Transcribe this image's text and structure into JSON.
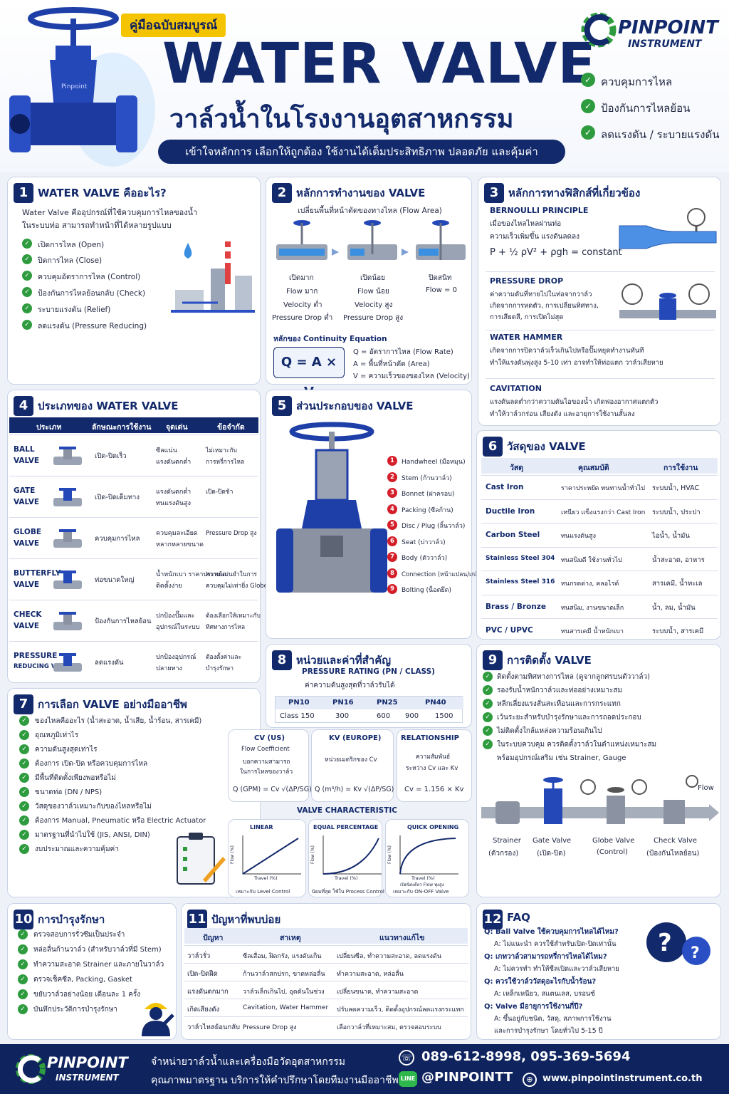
{
  "header": {
    "badge": "คู่มือฉบับสมบูรณ์",
    "title": "WATER VALVE",
    "subtitle": "วาล์วน้ำในโรงงานอุตสาหกรรม",
    "tagline": "เข้าใจหลักการ เลือกให้ถูกต้อง ใช้งานได้เต็มประสิทธิภาพ ปลอดภัย และคุ้มค่า",
    "brand1": "PINPOINT",
    "brand2": "INSTRUMENT",
    "benefits": [
      "ควบคุมการไหล",
      "ป้องกันการไหลย้อน",
      "ลดแรงดัน / ระบายแรงดัน"
    ]
  },
  "s1": {
    "num": "1",
    "title": "WATER VALVE คืออะไร?",
    "desc1": "Water Valve คืออุปกรณ์ที่ใช้ควบคุมการไหลของน้ำ",
    "desc2": "ในระบบท่อ สามารถทำหน้าที่ได้หลายรูปแบบ",
    "items": [
      "เปิดการไหล (Open)",
      "ปิดการไหล (Close)",
      "ควบคุมอัตราการไหล (Control)",
      "ป้องกันการไหลย้อนกลับ (Check)",
      "ระบายแรงดัน (Relief)",
      "ลดแรงดัน (Pressure Reducing)"
    ]
  },
  "s2": {
    "num": "2",
    "title": "หลักการทำงานของ VALVE",
    "sub": "เปลี่ยนพื้นที่หน้าตัดของทางไหล (Flow Area)",
    "cols": [
      [
        "เปิดมาก",
        "Flow มาก",
        "Velocity ต่ำ",
        "Pressure Drop ต่ำ"
      ],
      [
        "เปิดน้อย",
        "Flow น้อย",
        "Velocity สูง",
        "Pressure Drop สูง"
      ],
      [
        "ปิดสนิท",
        "Flow = 0",
        "",
        ""
      ]
    ],
    "cont": "หลักของ Continuity Equation",
    "eq": "Q = A × V",
    "legend": [
      "Q = อัตราการไหล (Flow Rate)",
      "A = พื้นที่หน้าตัด (Area)",
      "V = ความเร็วของของไหล (Velocity)"
    ]
  },
  "s3": {
    "num": "3",
    "title": "หลักการทางฟิสิกส์ที่เกี่ยวข้อง",
    "b_title": "BERNOULLI PRINCIPLE",
    "b1": "เมื่อของไหลไหลผ่านท่อ",
    "b2": "ความเร็วเพิ่มขึ้น แรงดันลดลง",
    "b_eq": "P + ½ ρV² + ρgh = constant",
    "p_title": "PRESSURE DROP",
    "p1": "ค่าความดันที่หายไปในท่อจากวาล์ว",
    "p2": "เกิดจากการหดตัว, การเปลี่ยนทิศทาง,",
    "p3": "การเสียดสี, การเปิดไม่สุด",
    "w_title": "WATER HAMMER",
    "w1": "เกิดจากการปิดวาล์วเร็วเกินไปหรือปั๊มหยุดทำงานทันที",
    "w2": "ทำให้แรงดันพุ่งสูง 5-10 เท่า อาจทำให้ท่อแตก วาล์วเสียหาย",
    "c_title": "CAVITATION",
    "c1": "แรงดันลดต่ำกว่าความดันไอของน้ำ เกิดฟองอากาศแตกตัว",
    "c2": "ทำให้วาล์วกร่อน เสียงดัง และอายุการใช้งานสั้นลง"
  },
  "s4": {
    "num": "4",
    "title": "ประเภทของ WATER VALVE",
    "headers": [
      "ประเภท",
      "ลักษณะการใช้งาน",
      "จุดเด่น",
      "ข้อจำกัด"
    ],
    "rows": [
      [
        "BALL",
        "VALVE",
        "เปิด-ปิดเร็ว",
        "ซีลแน่น",
        "แรงดันตกต่ำ",
        "ไม่เหมาะกับ",
        "การหรี่การไหล"
      ],
      [
        "GATE",
        "VALVE",
        "เปิด-ปิดเต็มทาง",
        "แรงดันตกต่ำ",
        "ทนแรงดันสูง",
        "เปิด-ปิดช้า",
        ""
      ],
      [
        "GLOBE",
        "VALVE",
        "ควบคุมการไหล",
        "ควบคุมละเอียด",
        "หลากหลายขนาด",
        "Pressure Drop สูง",
        ""
      ],
      [
        "BUTTERFLY",
        "VALVE",
        "ท่อขนาดใหญ่",
        "น้ำหนักเบา ราคาประหยัด",
        "ติดตั้งง่าย",
        "ความแม่นยำในการ",
        "ควบคุมไม่เท่ายิ่ง Globe Valve"
      ],
      [
        "CHECK",
        "VALVE",
        "ป้องกันการไหลย้อน",
        "ปกป้องปั๊มและ",
        "อุปกรณ์ในระบบ",
        "ต้องเลือกให้เหมาะกับ",
        "ทิศทางการไหล"
      ],
      [
        "PRESSURE",
        "REDUCING VALVE",
        "ลดแรงดัน",
        "ปกป้องอุปกรณ์",
        "ปลายทาง",
        "ต้องตั้งค่าและ",
        "บำรุงรักษา"
      ]
    ]
  },
  "s5": {
    "num": "5",
    "title": "ส่วนประกอบของ VALVE",
    "parts": [
      "Handwheel (มือหมุน)",
      "Stem (ก้านวาล์ว)",
      "Bonnet (ฝาครอบ)",
      "Packing (ซีลก้าน)",
      "Disc / Plug (ลิ้นวาล์ว)",
      "Seat (บ่าวาล์ว)",
      "Body (ตัววาล์ว)",
      "Connection (หน้าแปลน/เกลียว)",
      "Bolting (น็อตยึด)"
    ]
  },
  "s6": {
    "num": "6",
    "title": "วัสดุของ VALVE",
    "headers": [
      "วัสดุ",
      "คุณสมบัติ",
      "การใช้งาน"
    ],
    "rows": [
      [
        "Cast Iron",
        "ราคาประหยัด ทนทานน้ำทั่วไป",
        "ระบบน้ำ, HVAC"
      ],
      [
        "Ductile Iron",
        "เหนียว แข็งแรงกว่า Cast Iron",
        "ระบบน้ำ, ประปา"
      ],
      [
        "Carbon Steel",
        "ทนแรงดันสูง",
        "ไอน้ำ, น้ำมัน"
      ],
      [
        "Stainless Steel 304",
        "ทนสนิมดี ใช้งานทั่วไป",
        "น้ำสะอาด, อาหาร"
      ],
      [
        "Stainless Steel 316",
        "ทนกรดด่าง, คลอไรด์",
        "สารเคมี, น้ำทะเล"
      ],
      [
        "Brass / Bronze",
        "ทนสนิม, งานขนาดเล็ก",
        "น้ำ, ลม, น้ำมัน"
      ],
      [
        "PVC / UPVC",
        "ทนสารเคมี น้ำหนักเบา",
        "ระบบน้ำ, สารเคมี"
      ]
    ]
  },
  "s7": {
    "num": "7",
    "title": "การเลือก VALVE อย่างมืออาชีพ",
    "items": [
      "ของไหลคืออะไร (น้ำสะอาด, น้ำเสีย, น้ำร้อน, สารเคมี)",
      "อุณหภูมิเท่าไร",
      "ความดันสูงสุดเท่าไร",
      "ต้องการ เปิด-ปิด หรือควบคุมการไหล",
      "มีพื้นที่ติดตั้งเพียงพอหรือไม่",
      "ขนาดท่อ (DN / NPS)",
      "วัสดุของวาล์วเหมาะกับของไหลหรือไม่",
      "ต้องการ Manual, Pneumatic หรือ Electric Actuator",
      "มาตรฐานที่นำไปใช้ (JIS, ANSI, DIN)",
      "งบประมาณและความคุ้มค่า"
    ]
  },
  "s8": {
    "num": "8",
    "title": "หน่วยและค่าที่สำคัญ",
    "pr_title": "PRESSURE RATING (PN / CLASS)",
    "pr_sub": "ค่าความดันสูงสุดที่วาล์วรับได้",
    "pn": [
      "PN10",
      "PN16",
      "PN25",
      "PN40"
    ],
    "cls": [
      "Class 150",
      "300",
      "600",
      "900",
      "1500"
    ],
    "cv_title": "CV (US)",
    "cv1": "Flow Coefficient",
    "cv2": "บอกความสามารถ",
    "cv3": "ในการไหลของวาล์ว",
    "cv_eq": "Q (GPM) = Cv √(ΔP/SG)",
    "kv_title": "KV (EUROPE)",
    "kv1": "หน่วยเมตริกของ Cv",
    "kv_eq": "Q (m³/h) = Kv √(ΔP/SG)",
    "rel_title": "RELATIONSHIP",
    "rel1": "ความสัมพันธ์",
    "rel2": "ระหว่าง Cv และ Kv",
    "rel_eq": "Cv = 1.156 × Kv",
    "vc_title": "VALVE CHARACTERISTIC",
    "charts": [
      {
        "name": "LINEAR",
        "note": "เหมาะกับ Level Control"
      },
      {
        "name": "EQUAL PERCENTAGE",
        "note": "นิยมที่สุด ใช้ใน Process Control"
      },
      {
        "name": "QUICK OPENING",
        "note": "เหมาะกับ ON-OFF Valve",
        "note2": "เปิดนิดเดียว Flow พุ่งสูง"
      }
    ],
    "ylab": "Flow (%)",
    "xlab": "Travel (%)"
  },
  "s9": {
    "num": "9",
    "title": "การติดตั้ง VALVE",
    "items": [
      "ติดตั้งตามทิศทางการไหล (ดูจากลูกศรบนตัววาล์ว)",
      "รองรับน้ำหนักวาล์วและท่ออย่างเหมาะสม",
      "หลีกเลี่ยงแรงสั่นสะเทือนและการกระแทก",
      "เว้นระยะสำหรับบำรุงรักษาและการถอดประกอบ",
      "ไม่ติดตั้งใกล้แหล่งความร้อนเกินไป",
      "ในระบบควบคุม ควรติดตั้งวาล์วในตำแหน่งเหมาะสม",
      "พร้อมอุปกรณ์เสริม เช่น Strainer, Gauge"
    ],
    "flow": "Flow",
    "labels": [
      [
        "Strainer",
        "(ตัวกรอง)"
      ],
      [
        "Gate Valve",
        "(เปิด-ปิด)"
      ],
      [
        "Globe Valve",
        "(Control)"
      ],
      [
        "Check Valve",
        "(ป้องกันไหลย้อน)"
      ]
    ]
  },
  "s10": {
    "num": "10",
    "title": "การบำรุงรักษา",
    "items": [
      "ตรวจสอบการรั่วซึมเป็นประจำ",
      "หล่อลื่นก้านวาล์ว (สำหรับวาล์วที่มี Stem)",
      "ทำความสะอาด Strainer และภายในวาล์ว",
      "ตรวจเช็คซีล, Packing, Gasket",
      "ขยับวาล์วอย่างน้อย เดือนละ 1 ครั้ง",
      "บันทึกประวัติการบำรุงรักษา"
    ]
  },
  "s11": {
    "num": "11",
    "title": "ปัญหาที่พบบ่อย",
    "headers": [
      "ปัญหา",
      "สาเหตุ",
      "แนวทางแก้ไข"
    ],
    "rows": [
      [
        "วาล์วรั่ว",
        "ซีลเสื่อม, ฝิดกรัง, แรงดันเกิน",
        "เปลี่ยนซีล, ทำความสะอาด, ลดแรงดัน"
      ],
      [
        "เปิด-ปิดฝืด",
        "ก้านวาล์วสกปรก, ขาดหล่อลื่น",
        "ทำความสะอาด, หล่อลื่น"
      ],
      [
        "แรงดันตกมาก",
        "วาล์วเล็กเกินไป, อุดตันในช่วง",
        "เปลี่ยนขนาด, ทำความสะอาด"
      ],
      [
        "เกิดเสียงดัง",
        "Cavitation, Water Hammer",
        "ปรับลดความเร็ว, ติดตั้งอุปกรณ์ลดแรงกระแทก"
      ],
      [
        "วาล์วไหลย้อนกลับ",
        "Pressure Drop สูง",
        "เลือกวาล์วที่เหมาะสม, ตรวจสอบระบบ"
      ]
    ]
  },
  "s12": {
    "num": "12",
    "title": "FAQ",
    "qa": [
      [
        "Q: Ball Valve ใช้ควบคุมการไหลได้ไหม?",
        "A: ไม่แนะนำ ควรใช้สำหรับเปิด-ปิดเท่านั้น"
      ],
      [
        "Q: เกทวาล์วสามารถหรี่การไหลได้ไหม?",
        "A: ไม่ควรทำ ทำให้ซีลเปิดและวาล์วเสียหาย"
      ],
      [
        "Q: ควรใช้วาล์ววัสดุอะไรกับน้ำร้อน?",
        "A: เหล็กเหนียว, สแตนเลส, บรอนซ์"
      ],
      [
        "Q: Valve มีอายุการใช้งานกี่ปี?",
        "A: ขึ้นอยู่กับชนิด, วัสดุ, สภาพการใช้งาน",
        "และการบำรุงรักษา โดยทั่วไป 5-15 ปี"
      ]
    ]
  },
  "footer": {
    "brand1": "PINPOINT",
    "brand2": "INSTRUMENT",
    "line1": "จำหน่ายวาล์วน้ำและเครื่องมือวัดอุตสาหกรรม",
    "line2": "คุณภาพมาตรฐาน บริการให้คำปรึกษาโดยทีมงานมืออาชีพ",
    "phone": "089-612-8998, 095-369-5694",
    "line_id": "@PINPOINTT",
    "web": "www.pinpointinstrument.co.th",
    "line_badge": "LINE"
  }
}
